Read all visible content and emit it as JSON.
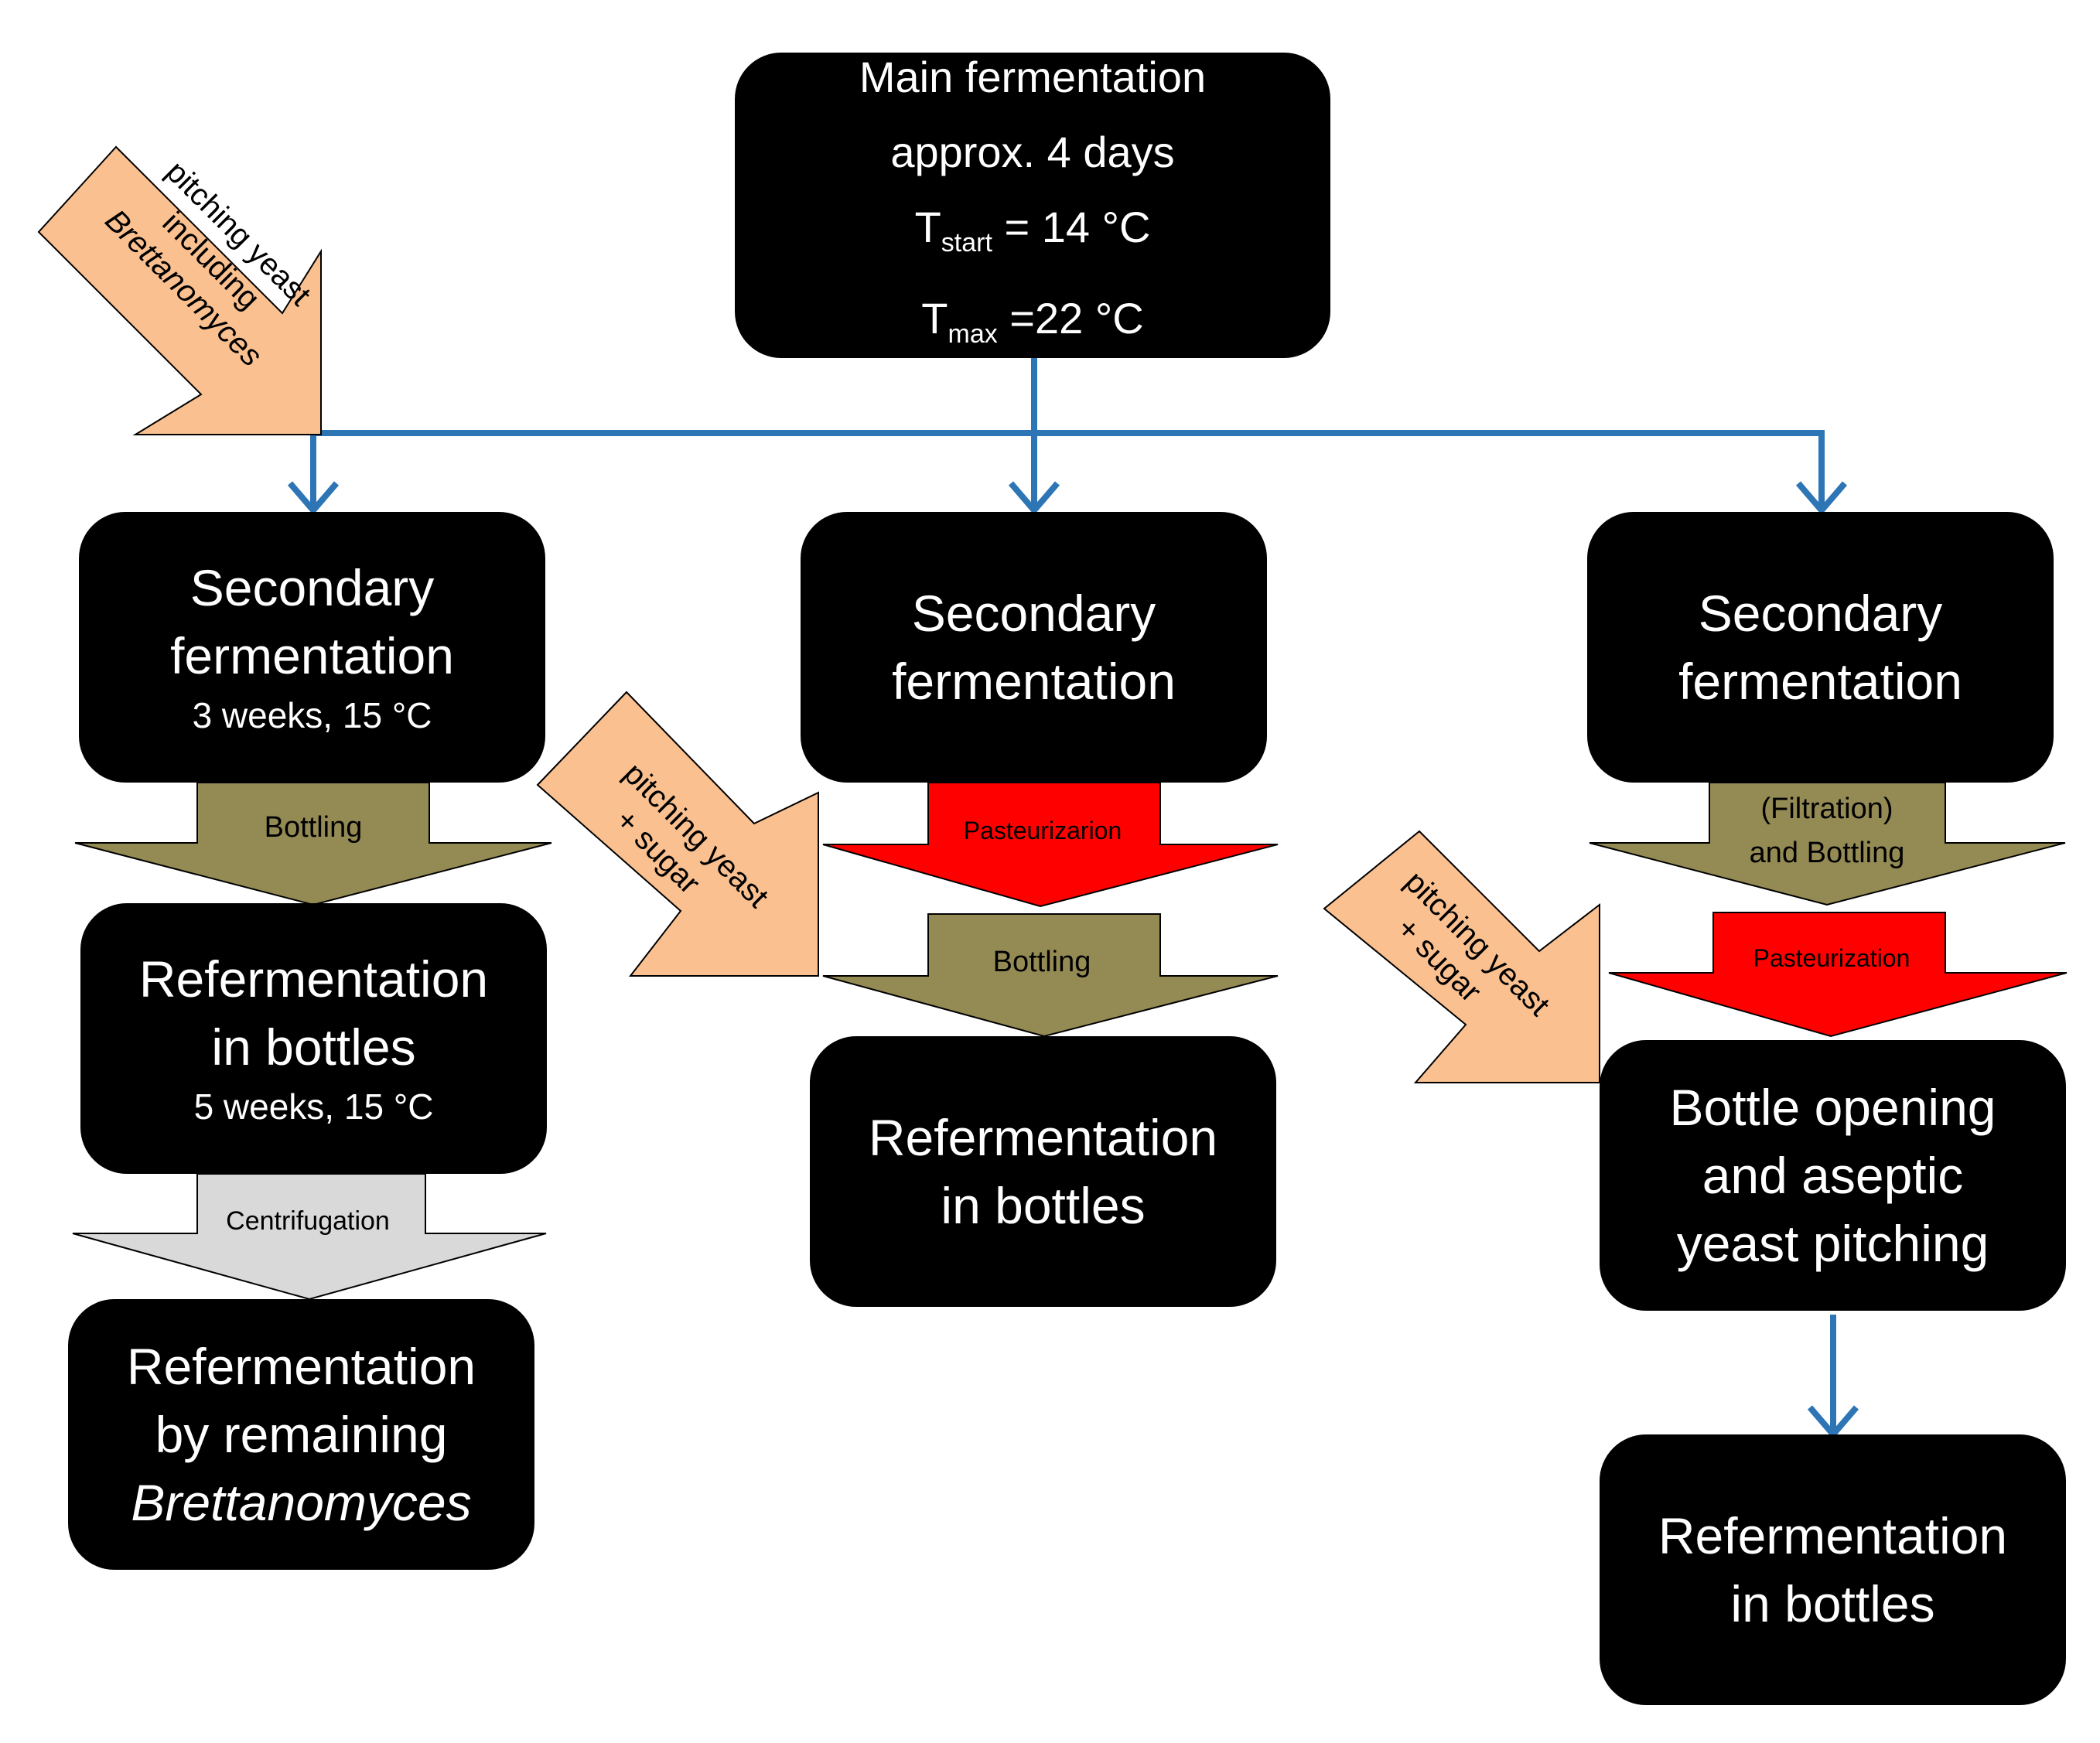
{
  "main_box": {
    "line1": "Main fermentation",
    "line2": "approx. 4 days",
    "tstart_T": "T",
    "tstart_sub": "start",
    "tstart_value": " = 14 °C",
    "tmax_T": "T",
    "tmax_sub": "max",
    "tmax_value": " =22 °C"
  },
  "left_branch": {
    "secondary": {
      "line1": "Secondary",
      "line2": "fermentation",
      "detail": "3 weeks, 15 °C"
    },
    "bottling_arrow": "Bottling",
    "refermentation": {
      "line1": "Refermentation",
      "line2": "in bottles",
      "detail": "5 weeks, 15 °C"
    },
    "centrifugation_arrow": "Centrifugation",
    "final": {
      "line1": "Refermentation",
      "line2": "by remaining",
      "line3": "Brettanomyces"
    }
  },
  "middle_branch": {
    "secondary": {
      "line1": "Secondary",
      "line2": "fermentation"
    },
    "pasteurization_arrow": "Pasteurizarion",
    "bottling_arrow": "Bottling",
    "final": {
      "line1": "Refermentation",
      "line2": "in bottles"
    }
  },
  "right_branch": {
    "secondary": {
      "line1": "Secondary",
      "line2": "fermentation"
    },
    "filtration_arrow": {
      "line1": "(Filtration)",
      "line2": "and Bottling"
    },
    "pasteurization_arrow": "Pasteurization",
    "opening": {
      "line1": "Bottle opening",
      "line2": "and aseptic",
      "line3": "yeast pitching"
    },
    "final": {
      "line1": "Refermentation",
      "line2": "in bottles"
    }
  },
  "pitching_arrows": {
    "brett": {
      "line1": "pitching yeast",
      "line2": "including",
      "line3": "Brettanomyces"
    },
    "sugar_middle": {
      "line1": "pitching yeast",
      "line2": "+ sugar"
    },
    "sugar_right": {
      "line1": "pitching yeast",
      "line2": "+ sugar"
    }
  },
  "colors": {
    "box": "#000000",
    "connector": "#2E75B6",
    "bottling": "#948A54",
    "pasteurization": "#FF0000",
    "centrifugation": "#D9D9D9",
    "pitching": "#FAC090"
  }
}
